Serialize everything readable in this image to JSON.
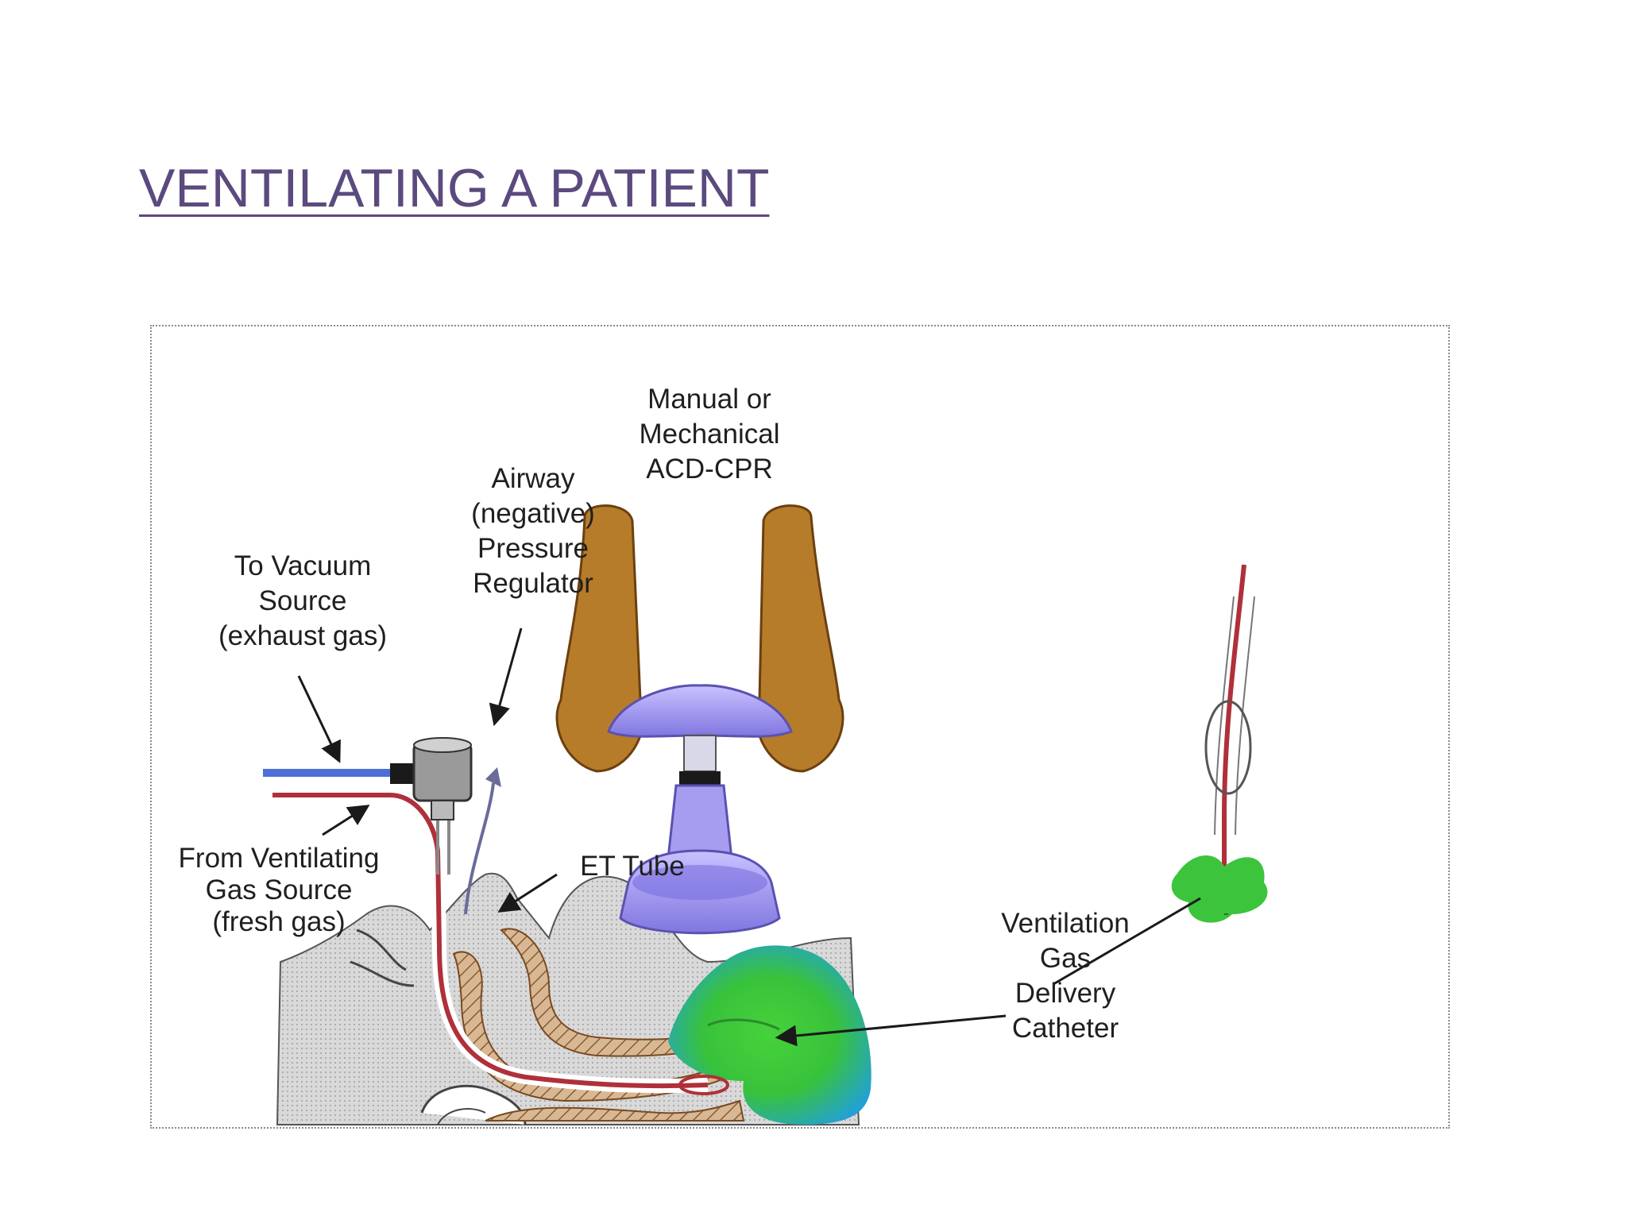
{
  "slide": {
    "title": "VENTILATING A PATIENT"
  },
  "diagram": {
    "labels": {
      "acd_cpr": [
        "Manual or",
        "Mechanical",
        "ACD-CPR"
      ],
      "pressure_regulator": [
        "Airway",
        "(negative)",
        "Pressure",
        "Regulator"
      ],
      "vacuum_source": [
        "To Vacuum",
        "Source",
        "(exhaust gas)"
      ],
      "gas_source": [
        "From Ventilating",
        "Gas Source",
        "(fresh gas)"
      ],
      "et_tube": [
        "ET Tube"
      ],
      "catheter": [
        "Ventilation",
        "Gas",
        "Delivery",
        "Catheter"
      ]
    },
    "colors": {
      "title": "#5b4a7e",
      "exhaust_tube": "#4f6fd8",
      "fresh_gas_tube": "#b0303a",
      "cpr_device": "#a99ef0",
      "hands": "#a8701f",
      "lungs_blue": "#29a8d8",
      "lungs_green": "#3cc43c",
      "airway_hatch": "#c9a27a"
    },
    "icons": [
      "hands-illustration",
      "acd-cpr-device-illustration",
      "pressure-regulator-illustration",
      "patient-head-illustration",
      "lungs-illustration",
      "catheter-detail-illustration"
    ]
  }
}
